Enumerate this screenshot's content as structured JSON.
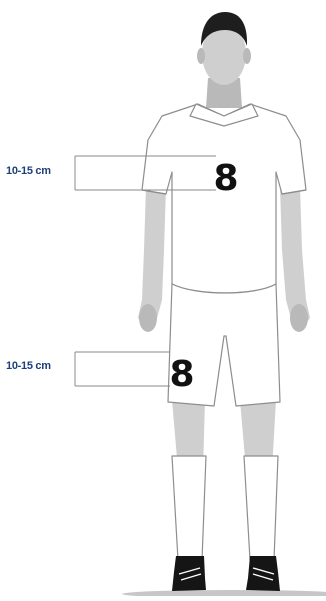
{
  "colors": {
    "label": "#1f3f79",
    "skin": "#cfcfcf",
    "skin_shade": "#b9b9b9",
    "hair": "#1e1e1e",
    "kit": "#ffffff",
    "kit_outline": "#8d8d8d",
    "number": "#111111",
    "guide": "#8a8a8a",
    "boot": "#151515",
    "ground": "#c7c7c7"
  },
  "icons": {
    "figure": "player-figure",
    "boots": "football-boot-icon"
  },
  "measurements": {
    "upper_label": "10-15 cm",
    "lower_label": "10-15 cm"
  },
  "numbers": {
    "shirt": "8",
    "shorts": "8"
  }
}
